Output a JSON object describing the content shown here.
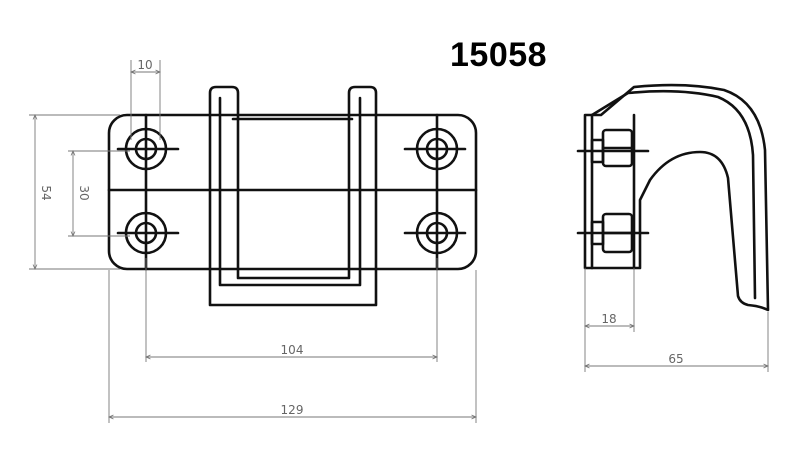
{
  "part_number": "15058",
  "front_view": {
    "dimensions": {
      "hole_offset": "10",
      "overall_height": "54",
      "hole_spacing_vertical": "30",
      "hole_spacing_horizontal": "104",
      "overall_width": "129"
    }
  },
  "side_view": {
    "dimensions": {
      "base_depth": "18",
      "overall_depth": "65"
    }
  },
  "colors": {
    "outline": "#111111",
    "dimension_line": "#777777",
    "dimension_text": "#666666",
    "background": "#ffffff"
  }
}
